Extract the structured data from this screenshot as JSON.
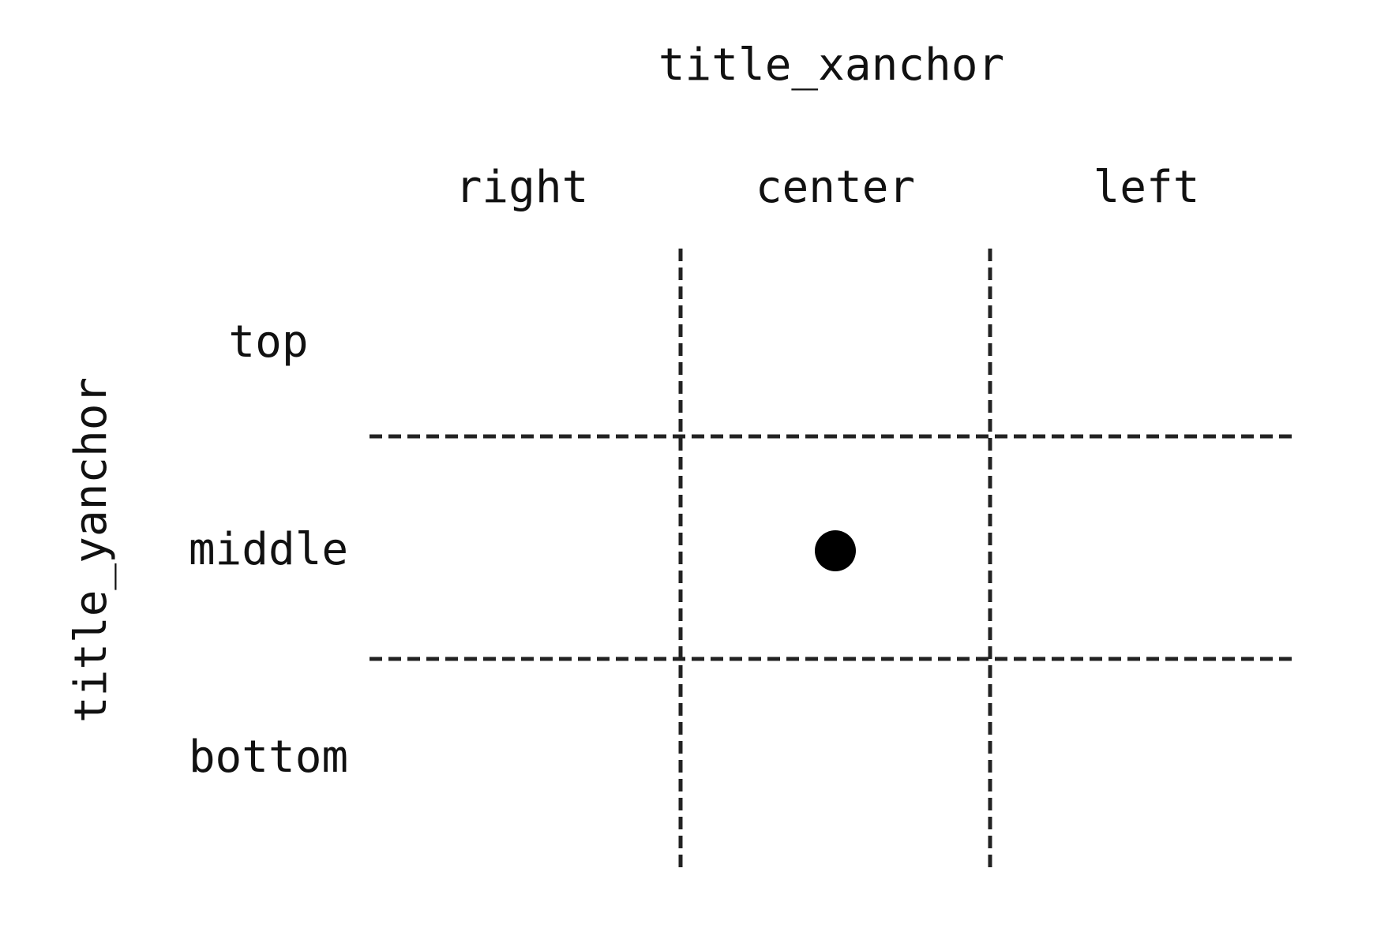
{
  "axes": {
    "x_title": "title_xanchor",
    "y_title": "title_yanchor"
  },
  "columns": [
    "right",
    "center",
    "left"
  ],
  "rows": [
    "top",
    "middle",
    "bottom"
  ],
  "marker": {
    "column": "center",
    "row": "middle",
    "color": "#000000"
  },
  "colors": {
    "text": "#111111",
    "grid": "#222222"
  }
}
